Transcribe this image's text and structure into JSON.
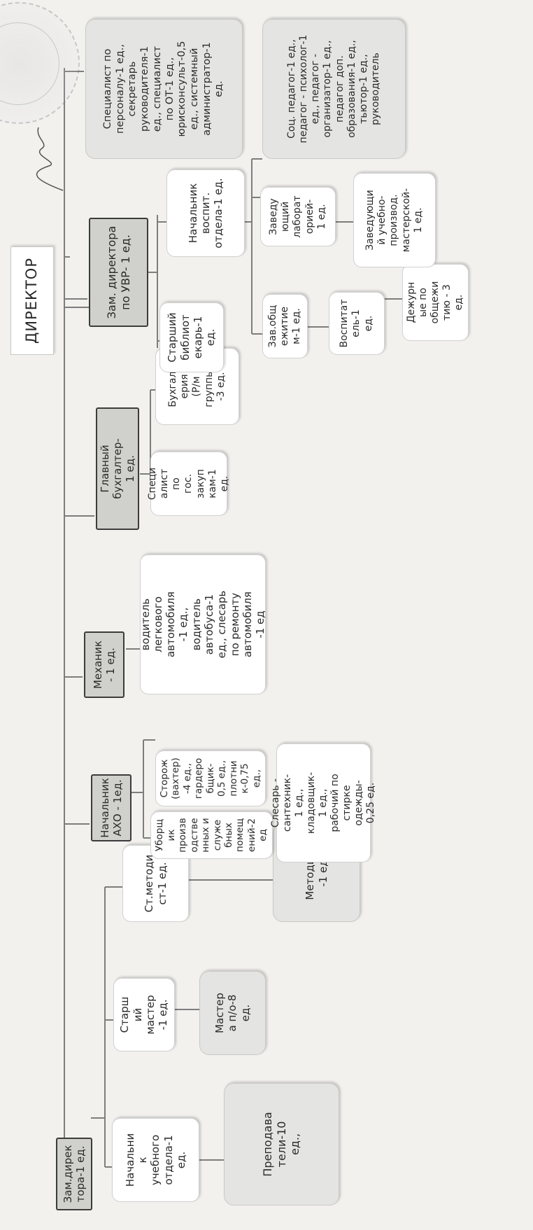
{
  "director": "ДИРЕКТОР",
  "heads": {
    "zam_direktora": "Зам.дирек\nтора-1 ед.",
    "nachalnik_aho": "Начальник\nАХО - 1ед.",
    "mekhanik": "Механик\n- 1 ед.",
    "glavbukh": "Главный бухгалтер-\n1 ед.",
    "zam_uvr": "Зам. директора\nпо УВР- 1 ед.",
    "specialist_personal": "Специалист по\nперсоналу-1 ед.,\nсекретарь\nруководителя-1\nед., специалист\nпо ОТ-1 ед.,\nюрисконсульт-0,5\nед., системный\nадминистратор-1\nед."
  },
  "zam_branch": {
    "nachalnik_uchebnogo": "Начальни\nк\nучебного\nотдела-1\nед.",
    "prepodavateli": "Преподава\nтели-10\nед.,",
    "starshiy_master": "Старш\nий\nмастер\n-1 ед.",
    "mastera": "Мастер\nа п/о-8\nед.",
    "st_metodist": "Ст.методи\nст-1 ед.",
    "metodist": "Методист\n-1 ед"
  },
  "aho_branch": {
    "uborshchik": "Уборщ\nик\nпроизв\nодстве\nнных и\nслуже\nбных\nпомещ\nений-2\nед",
    "storozh": "Сторож\n(вахтер)\n-4 ед.,\nгардеро\nбщик-\n0,5 ед.,\nплотни\nк-0,75\nед.,",
    "slesar": "Слесарь -\nсантехник-\n1 ед.,\nкладовщик-\n1 ед.,\nрабочий по\nстирке\nодежды-\n0,25 ед."
  },
  "mekhanik_branch": {
    "voditel": "водитель\nлегкового\nавтомобиля\n-1 ед.,\nводитель\nавтобуса-1\nед., слесарь\nпо ремонту\nавтомобиля\n-1 ед"
  },
  "buh_branch": {
    "specialist_zakupki": "Специ\nалист\nпо\nгос.\nзакуп\nкам-1\nед.",
    "buhgalteriya": "Бухгалт\nерия\n(Р/м\nгруппы)\n-3 ед."
  },
  "uvr_branch": {
    "bibliotekar": "Старший\nбиблиот\nекарь-1\nед.",
    "nachalnik_vospit": "Начальник\nвоспит.\nотдела-1 ед.",
    "zav_obshch": "Зав.общ\nежитие\nм-1 ед.",
    "vospitatel": "Воспитат\nель-1\nед.",
    "dezhurnye": "Дежурн\nые по\nобщежи\nтию - 3\nед.",
    "zav_laborat": "Заведу\nющий\nлаборат\nорией-\n1 ед.",
    "zav_masterskoy": "Заведующи\nй учебно-\nпроизвод.\nмастерской-\n1 ед.",
    "soc_pedagog": "Соц. педагог-1 ед.,\nпедагог - психолог-1\nед., педагог -\nорганизатор-1 ед.,\nпедагог доп.\nобразования-1 ед.,\nтьютор-1 ед.,\nруководитель"
  }
}
